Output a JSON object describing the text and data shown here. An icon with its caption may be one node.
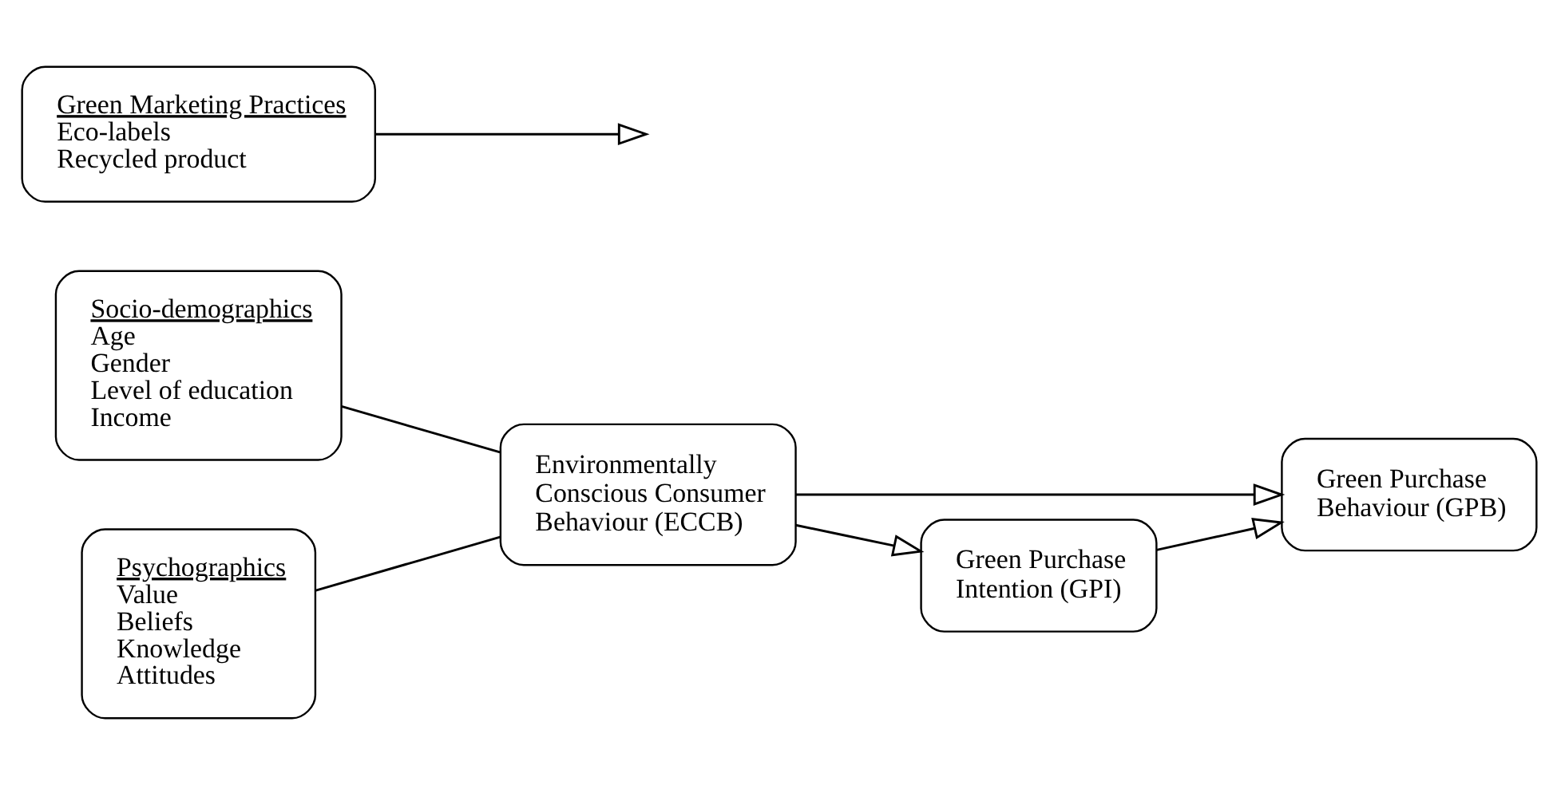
{
  "diagram": {
    "nodes": [
      {
        "text": [
          "Socio-demographics",
          "Age",
          "Gender",
          "Level of education",
          "Income"
        ]
      },
      {
        "text": [
          "Psychographics",
          "Value",
          "Beliefs",
          "Knowledge",
          "Attitudes"
        ]
      },
      {
        "text": [
          "Environmentally Conscious Consumer Behaviour (ECCB)"
        ]
      },
      {
        "text": [
          "Green Marketing Practices",
          "Eco-labels",
          "Recycled product"
        ]
      },
      {
        "text": [
          "Green Purchase Behaviour (GPB)"
        ]
      },
      {
        "text": [
          "Green Purchase Intention (GPI)"
        ]
      }
    ],
    "edges": [
      {
        "from": 0,
        "to": 2,
        "arrow": "none"
      },
      {
        "from": 1,
        "to": 2,
        "arrow": "none"
      },
      {
        "from": 2,
        "to": 4,
        "arrow": "to"
      },
      {
        "from": 3,
        "to": null,
        "arrow": "to"
      },
      {
        "from": 2,
        "to": 5,
        "arrow": "to"
      },
      {
        "from": 5,
        "to": 4,
        "arrow": "to"
      }
    ]
  }
}
